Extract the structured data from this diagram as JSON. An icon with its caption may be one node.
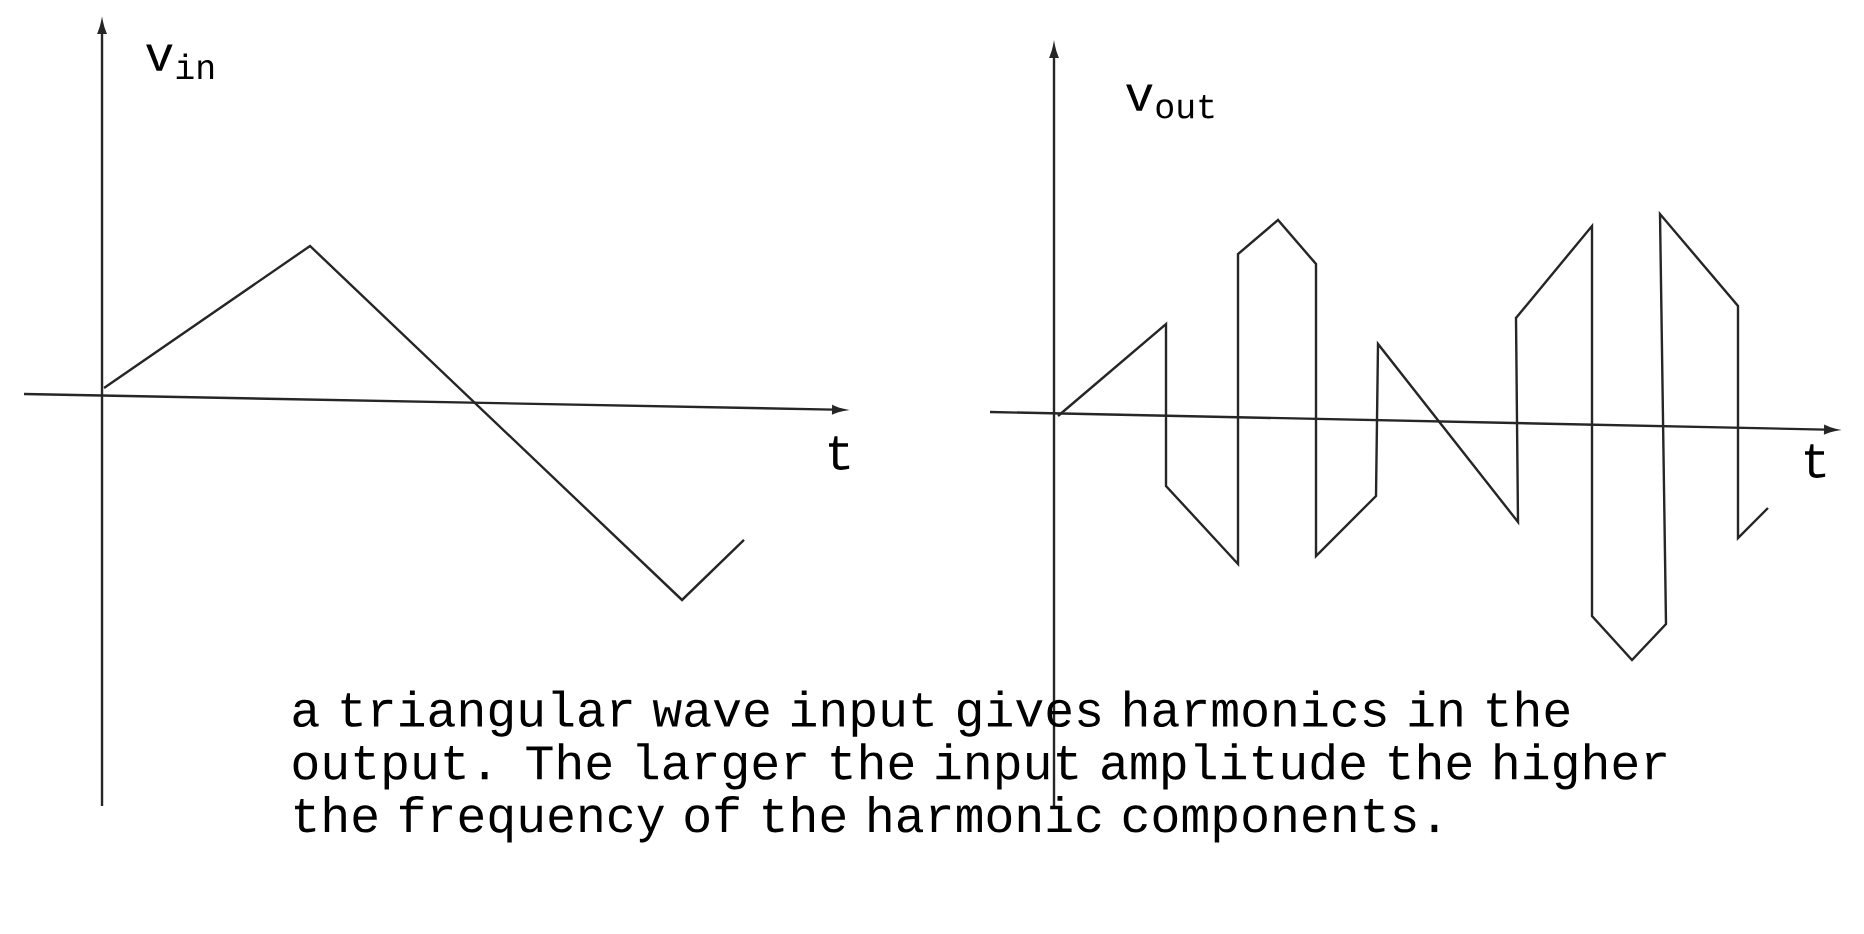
{
  "diagram": {
    "caption": "a triangular wave input gives harmonics in the output. The larger the input amplitude the higher the frequency of the harmonic components.",
    "labels": [
      "v$_{in}$",
      "t",
      "v$_{out}$",
      "t"
    ]
  }
}
